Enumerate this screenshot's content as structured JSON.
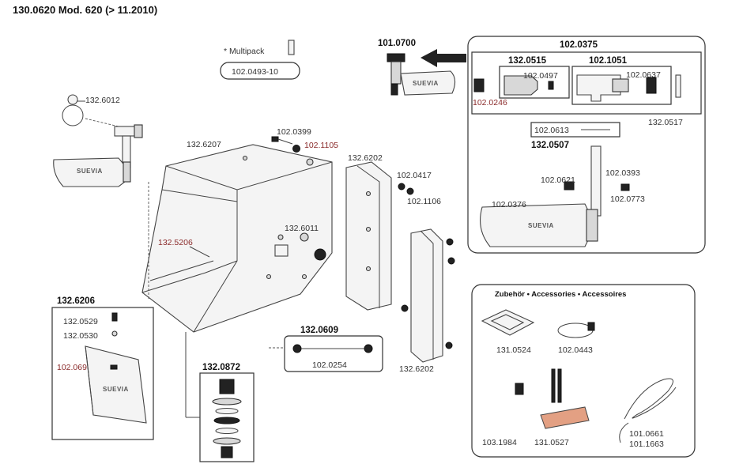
{
  "title": "130.0620 Mod. 620 (> 11.2010)",
  "multipack": {
    "label": "* Multipack",
    "part": "102.0493-10"
  },
  "brand_text": "SUEVIA",
  "accessories_heading": "Zubehör • Accessories • Accessoires",
  "parts": {
    "p132_6012": "132.6012",
    "p132_6207": "132.6207",
    "p102_0399": "102.0399",
    "p102_1105": "102.1105",
    "p132_6202_top": "132.6202",
    "p102_0417": "102.0417",
    "p102_1106": "102.1106",
    "p132_6011": "132.6011",
    "p132_5206": "132.5206",
    "p132_6206": "132.6206",
    "p132_0529": "132.0529",
    "p132_0530": "132.0530",
    "p102_0690": "102.0690",
    "p132_0872": "132.0872",
    "p132_0609": "132.0609",
    "p102_0254": "102.0254",
    "p132_6202_bottom": "132.6202",
    "p101_0700": "101.0700",
    "p102_0375": "102.0375",
    "p132_0515": "132.0515",
    "p102_1051": "102.1051",
    "p102_0497": "102.0497",
    "p102_0637": "102.0637",
    "p102_0246": "102.0246",
    "p132_0517": "132.0517",
    "p102_0613": "102.0613",
    "p132_0507": "132.0507",
    "p102_0621": "102.0621",
    "p102_0393": "102.0393",
    "p102_0773": "102.0773",
    "p102_0376": "102.0376"
  },
  "accessories": {
    "a131_0524": "131.0524",
    "a102_0443": "102.0443",
    "a103_1984": "103.1984",
    "a131_0527": "131.0527",
    "a101_0661": "101.0661",
    "a101_1663": "101.1663"
  },
  "colors": {
    "ink": "#333333",
    "red_label": "#8a2a2a",
    "tag_plate": "#e3a083"
  }
}
